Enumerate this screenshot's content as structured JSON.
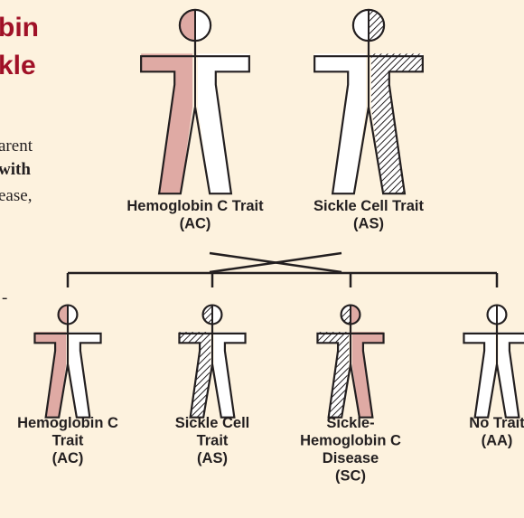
{
  "title": {
    "line1": "bin",
    "line2": "kle"
  },
  "intro_text": {
    "line1": "arent",
    "line2": "with",
    "line3": "ease,",
    "line4": "-"
  },
  "colors": {
    "background": "#fdf2de",
    "title": "#a01127",
    "hemoglobin_c_fill": "#dfaaa4",
    "sickle_hatch": "#231f20",
    "normal_fill": "#ffffff",
    "outline": "#231f20"
  },
  "parents": [
    {
      "left_half": "hemoglobin-c",
      "right_half": "normal",
      "label_lines": [
        "Hemoglobin C Trait",
        "(AC)"
      ]
    },
    {
      "left_half": "normal",
      "right_half": "sickle",
      "label_lines": [
        "Sickle Cell Trait",
        "(AS)"
      ]
    }
  ],
  "children": [
    {
      "left_half": "hemoglobin-c",
      "right_half": "normal",
      "label_lines": [
        "Hemoglobin C",
        "Trait",
        "(AC)"
      ]
    },
    {
      "left_half": "sickle",
      "right_half": "normal",
      "label_lines": [
        "Sickle Cell",
        "Trait",
        "(AS)"
      ]
    },
    {
      "left_half": "sickle",
      "right_half": "hemoglobin-c",
      "label_lines": [
        "Sickle-",
        "Hemoglobin C",
        "Disease",
        "(SC)"
      ]
    },
    {
      "left_half": "normal",
      "right_half": "normal",
      "label_lines": [
        "No Trait",
        "(AA)"
      ]
    }
  ]
}
